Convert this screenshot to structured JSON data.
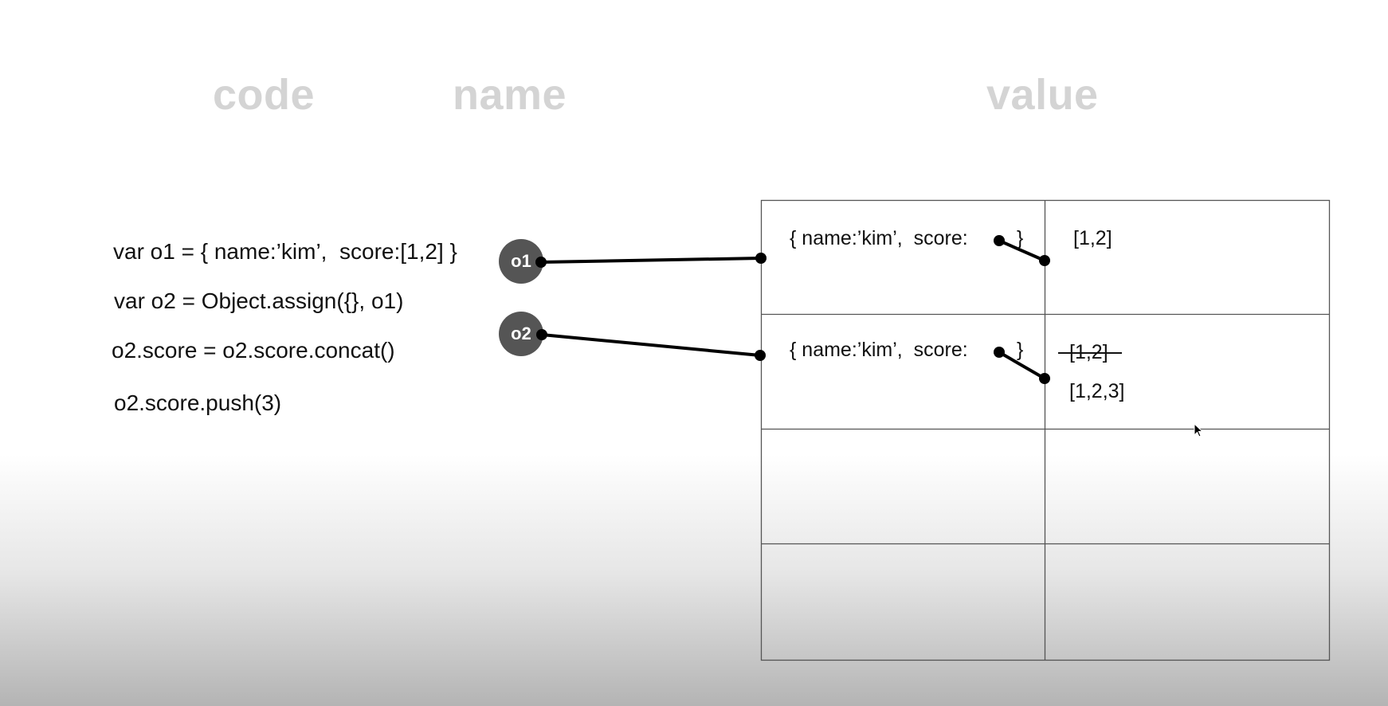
{
  "headers": {
    "code": "code",
    "name": "name",
    "value": "value"
  },
  "code_lines": [
    "var o1 = { name:’kim’,  score:[1,2] }",
    "var o2 = Object.assign({}, o1)",
    "o2.score = o2.score.concat()",
    "o2.score.push(3)"
  ],
  "variables": [
    {
      "label": "o1"
    },
    {
      "label": "o2"
    }
  ],
  "memory": {
    "row1": {
      "object_text": "{ name:’kim’,  score:",
      "close_brace": "}",
      "array_text": "[1,2]"
    },
    "row2": {
      "object_text": "{ name:’kim’,  score:",
      "close_brace": "}",
      "old_array_text": "[1,2]",
      "new_array_text": "[1,2,3]"
    }
  },
  "colors": {
    "header": "#d4d4d4",
    "circle": "#555555",
    "line": "#000000",
    "grid": "#555555"
  }
}
